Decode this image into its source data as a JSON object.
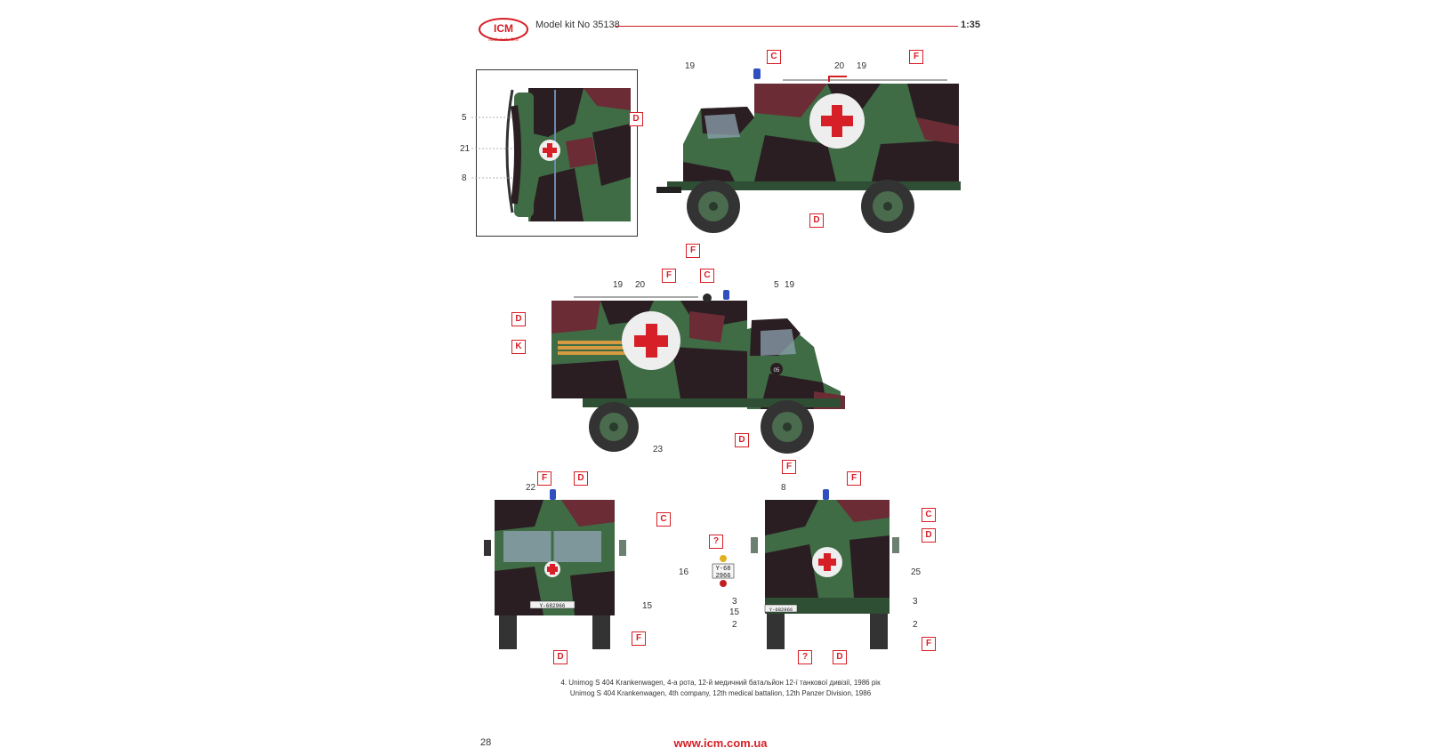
{
  "header": {
    "brand": "ICM",
    "tagline": "Made in the Best",
    "model_kit": "Model kit No 35138",
    "scale": "1:35"
  },
  "top_view": {
    "labels": [
      "5",
      "21",
      "8"
    ]
  },
  "side_right": {
    "numbers": [
      "19",
      "20",
      "19"
    ],
    "tags": [
      "C",
      "F",
      "D",
      "D",
      "F"
    ]
  },
  "side_left": {
    "numbers": [
      "19",
      "20",
      "5",
      "19",
      "23"
    ],
    "tags": [
      "F",
      "C",
      "D",
      "K",
      "D",
      "F"
    ]
  },
  "front_view": {
    "numbers": [
      "22",
      "15"
    ],
    "tags": [
      "F",
      "D",
      "C",
      "F",
      "D"
    ],
    "plate": "Y-682966"
  },
  "rear_view": {
    "numbers": [
      "8",
      "25",
      "3",
      "3",
      "15",
      "2",
      "2"
    ],
    "tags": [
      "F",
      "C",
      "D",
      "F",
      "D",
      "?"
    ],
    "plate": "Y-682966"
  },
  "plate_detail": {
    "number": "16",
    "tag": "?",
    "line1": "Y-68",
    "line2": "2966"
  },
  "unit_number": "05",
  "caption": {
    "ua": "4. Unimog S 404 Krankenwagen, 4-а рота, 12-й медичний батальйон 12-ї танкової дивізії, 1986 рік",
    "en": "Unimog S 404 Krankenwagen, 4th company, 12th medical battalion, 12th Panzer Division, 1986"
  },
  "footer": {
    "page": "28",
    "website": "www.icm.com.ua"
  },
  "colors": {
    "accent": "#d61f26",
    "camo_green": "#3f6b45",
    "camo_black": "#2a1e22",
    "camo_brown": "#6b2c35",
    "tire": "#333333"
  }
}
